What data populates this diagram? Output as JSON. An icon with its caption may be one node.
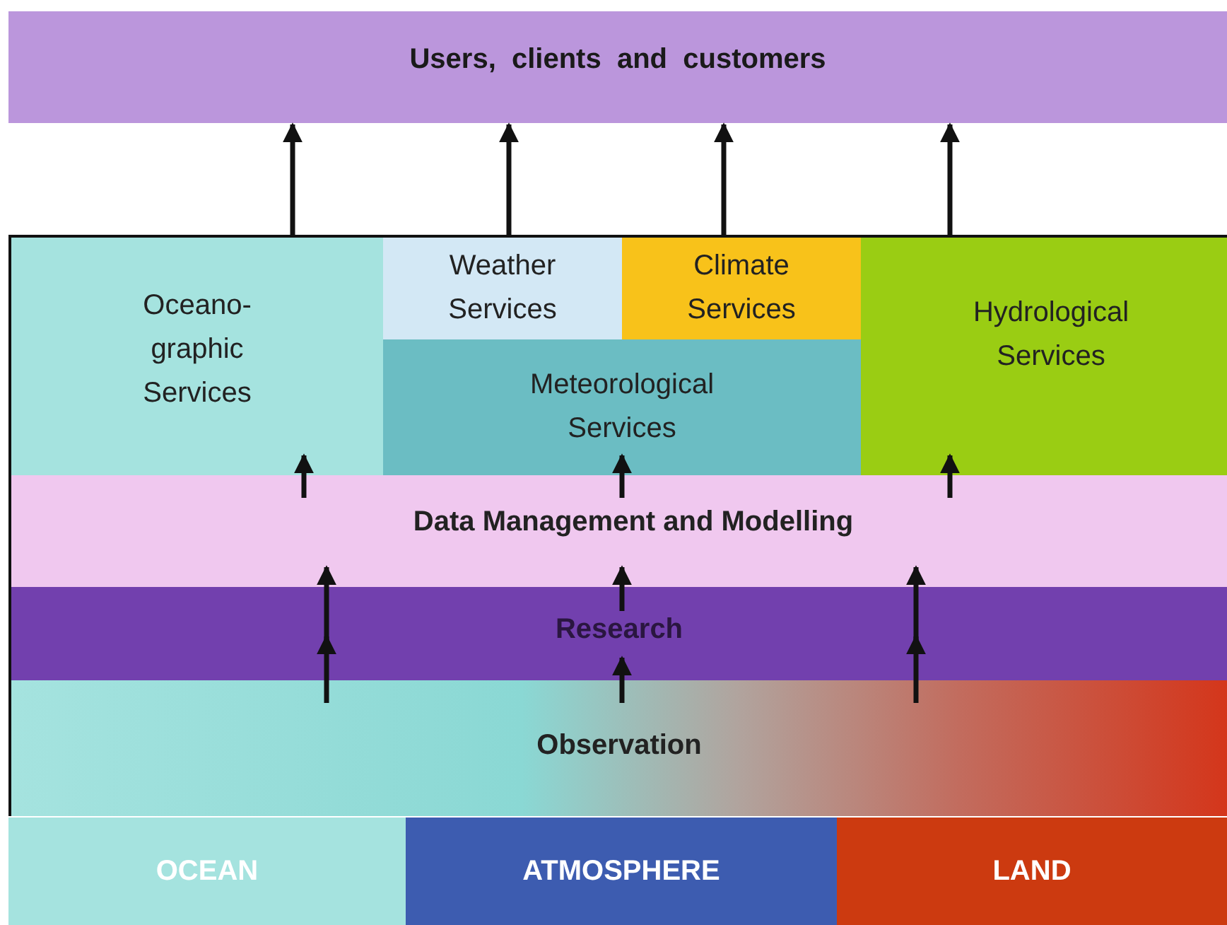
{
  "diagram": {
    "nodes": [
      {
        "text": [
          "Users,  clients  and  customers"
        ]
      },
      {
        "text": [
          "Oceano- graphic Services"
        ]
      },
      {
        "text": [
          "Weather Services"
        ]
      },
      {
        "text": [
          "Climate Services"
        ]
      },
      {
        "text": [
          "Meteorological Services"
        ]
      },
      {
        "text": [
          "Hydrological Services"
        ]
      },
      {
        "text": [
          "Data Management and Modelling"
        ]
      },
      {
        "text": [
          "Research"
        ]
      },
      {
        "text": [
          "Observation"
        ]
      },
      {
        "text": [
          "OCEAN"
        ]
      },
      {
        "text": [
          "ATMOSPHERE"
        ]
      },
      {
        "text": [
          "LAND"
        ]
      }
    ],
    "edges": [
      {
        "from": 1,
        "to": 0,
        "arrow": "to"
      },
      {
        "from": 2,
        "to": 0,
        "arrow": "to"
      },
      {
        "from": 3,
        "to": 0,
        "arrow": "to"
      },
      {
        "from": 5,
        "to": 0,
        "arrow": "to"
      },
      {
        "from": 6,
        "to": 1,
        "arrow": "to"
      },
      {
        "from": 6,
        "to": 4,
        "arrow": "to"
      },
      {
        "from": 6,
        "to": 5,
        "arrow": "to"
      },
      {
        "from": 8,
        "to": 7,
        "arrow": "to"
      },
      {
        "from": 7,
        "to": 6,
        "arrow": "to"
      },
      {
        "from": 8,
        "to": 7,
        "arrow": "to"
      },
      {
        "from": 7,
        "to": 6,
        "arrow": "to"
      },
      {
        "from": 8,
        "to": 7,
        "arrow": "to"
      },
      {
        "from": 7,
        "to": 6,
        "arrow": "to"
      }
    ]
  }
}
